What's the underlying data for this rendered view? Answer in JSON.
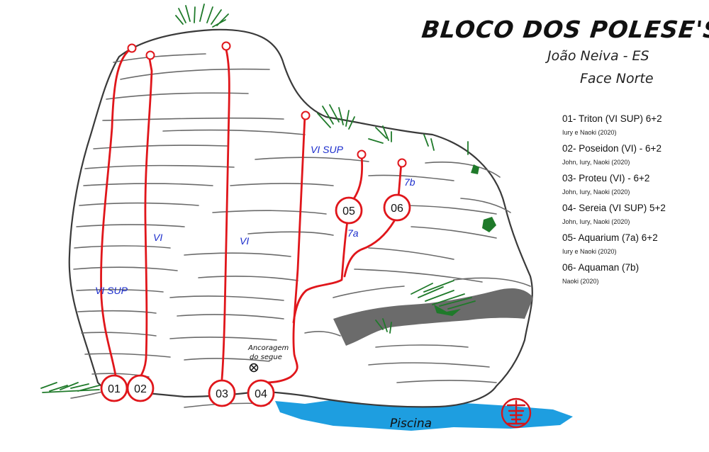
{
  "title": "BLOCO DOS POLESE'S",
  "location": "João Neiva - ES",
  "face": "Face Norte",
  "route_list": [
    {
      "name": "01- Triton (VI SUP) 6+2",
      "authors": "Iury e Naoki (2020)"
    },
    {
      "name": "02- Poseidon (VI) - 6+2",
      "authors": "John, Iury, Naoki (2020)"
    },
    {
      "name": "03- Proteu (VI) - 6+2",
      "authors": "John, Iury, Naoki (2020)"
    },
    {
      "name": "04- Sereia (VI SUP) 5+2",
      "authors": "John, Iury, Naoki (2020)"
    },
    {
      "name": "05- Aquarium (7a) 6+2",
      "authors": "Iury e Naoki (2020)"
    },
    {
      "name": "06- Aquaman (7b)",
      "authors": "Naoki (2020)"
    }
  ],
  "route_markers": [
    "01",
    "02",
    "03",
    "04",
    "05",
    "06"
  ],
  "grade_labels": [
    "VI SUP",
    "VI",
    "VI",
    "VI SUP",
    "7a",
    "7b"
  ],
  "belay_anchor_label": [
    "Ancoragem",
    "do segue"
  ],
  "pool_label": "Piscina",
  "colors": {
    "route": "#e0161b",
    "grade": "#1a2ccc",
    "pool": "#1e9ee0",
    "vegetation": "#1f7a2a",
    "shadow": "#6b6b6b"
  }
}
